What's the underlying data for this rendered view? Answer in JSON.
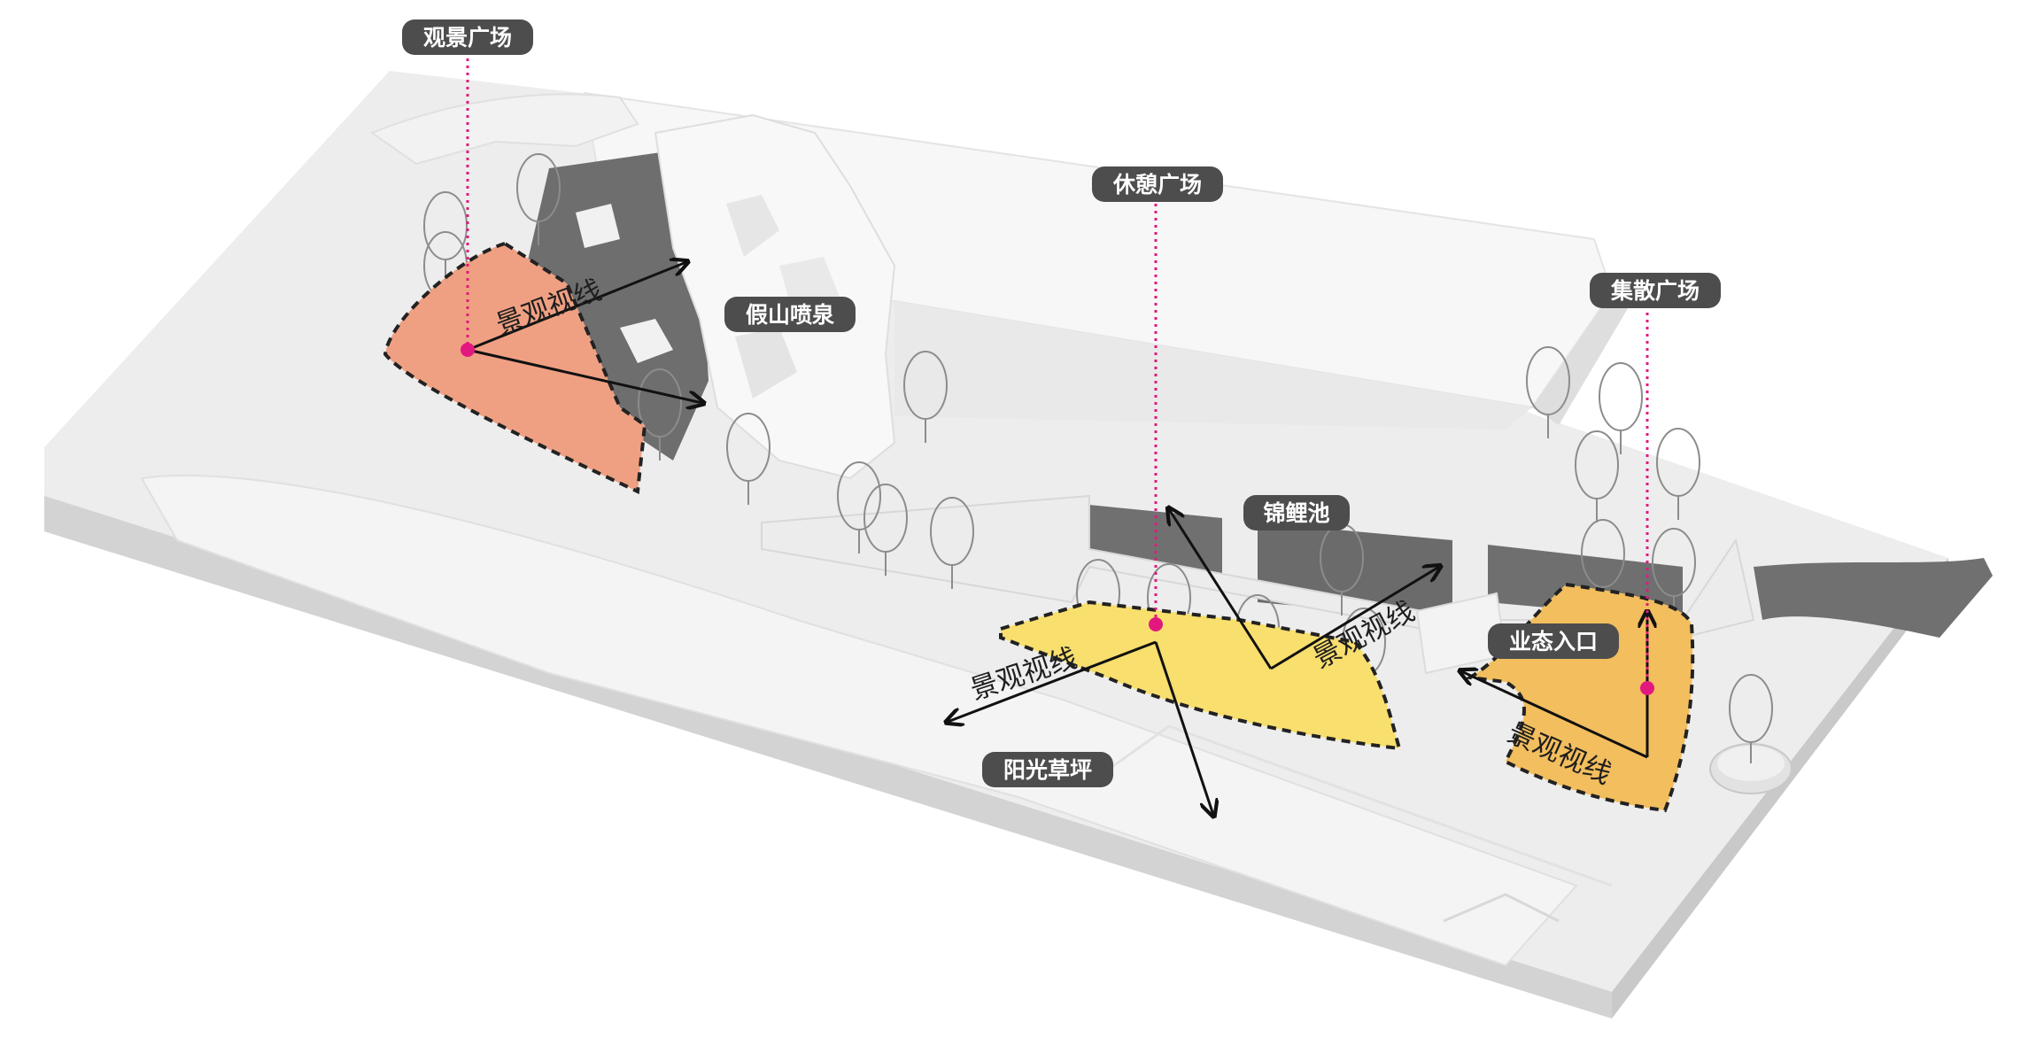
{
  "labels": {
    "viewing_plaza": "观景广场",
    "rockery_fountain": "假山喷泉",
    "rest_plaza": "休憩广场",
    "gathering_plaza": "集散广场",
    "koi_pond": "锦鲤池",
    "commercial_entrance": "业态入口",
    "sunny_lawn": "阳光草坪"
  },
  "sightline_label": "景观视线",
  "colors": {
    "viewing_plaza_fill": "#EFA083",
    "rest_plaza_fill": "#F8DF6E",
    "gathering_plaza_fill": "#F2BE5E",
    "leader_line": "#E2187F",
    "label_bg": "#4D4D4D",
    "water": "#6E6E6E"
  }
}
